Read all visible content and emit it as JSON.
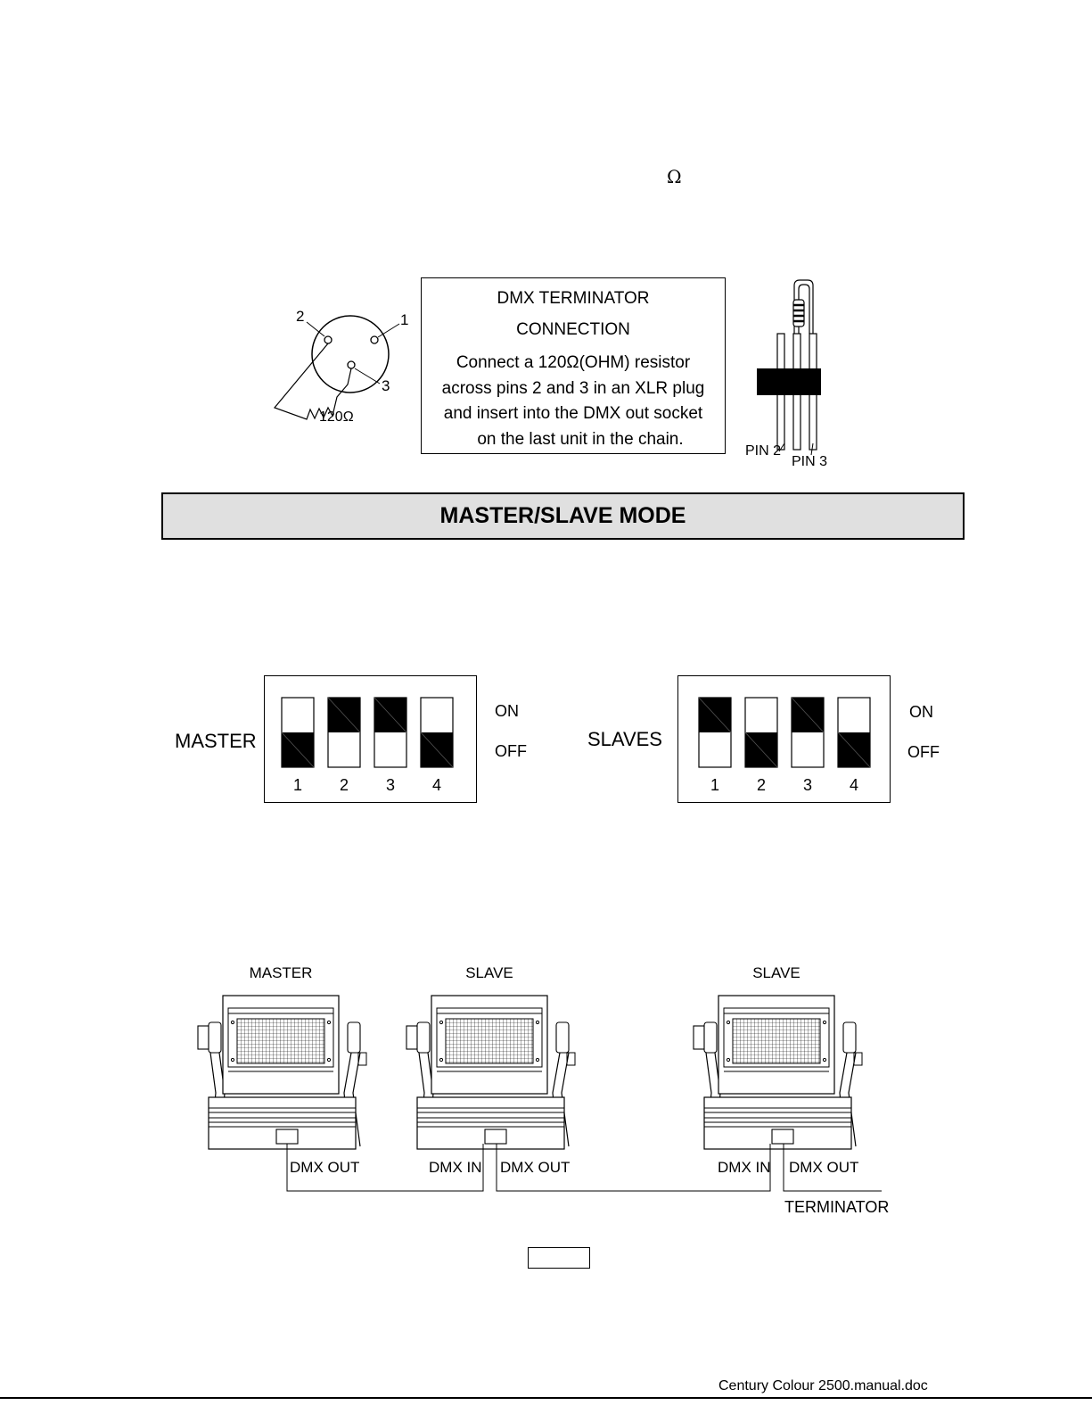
{
  "top_omega": "Ω",
  "terminator": {
    "xlr": {
      "pin1": "1",
      "pin2": "2",
      "pin3": "3",
      "resistor_label": "120Ω"
    },
    "box": {
      "title_line1": "DMX TERMINATOR",
      "title_line2": "CONNECTION",
      "line1": "Connect a 120Ω(OHM) resistor",
      "line2": "across pins 2 and 3 in an XLR plug",
      "line3": "and insert into the DMX out socket",
      "line4": "on the last unit in the chain."
    },
    "plug": {
      "pin2_label": "PIN 2",
      "pin3_label": "PIN 3"
    }
  },
  "section": {
    "title": "MASTER/SLAVE MODE"
  },
  "dip_switches": {
    "on_label": "ON",
    "off_label": "OFF",
    "master": {
      "label": "MASTER",
      "switches": [
        {
          "number": "1",
          "state": "off"
        },
        {
          "number": "2",
          "state": "on"
        },
        {
          "number": "3",
          "state": "on"
        },
        {
          "number": "4",
          "state": "off"
        }
      ]
    },
    "slaves": {
      "label": "SLAVES",
      "switches": [
        {
          "number": "1",
          "state": "on"
        },
        {
          "number": "2",
          "state": "off"
        },
        {
          "number": "3",
          "state": "on"
        },
        {
          "number": "4",
          "state": "off"
        }
      ]
    }
  },
  "chain": {
    "units": [
      {
        "label": "MASTER",
        "ports": [
          "DMX OUT"
        ]
      },
      {
        "label": "SLAVE",
        "ports": [
          "DMX IN",
          "DMX OUT"
        ]
      },
      {
        "label": "SLAVE",
        "ports": [
          "DMX IN",
          "DMX OUT"
        ]
      }
    ],
    "terminator_label": "TERMINATOR"
  },
  "footer": {
    "filename": "Century Colour 2500.manual.doc"
  }
}
